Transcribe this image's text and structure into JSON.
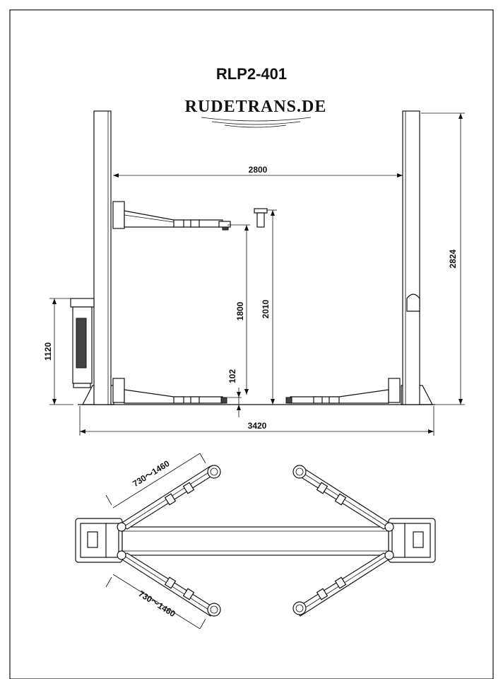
{
  "title": "RLP2-401",
  "brand": "RUDETRANS.DE",
  "dimensions": {
    "column_spacing": "2800",
    "column_height": "2824",
    "max_lift_height": "1800",
    "max_height_total": "2010",
    "min_pad_height": "102",
    "power_unit_height": "1120",
    "overall_width": "3420",
    "arm_reach_top": "730～1460",
    "arm_reach_bottom": "730～1460"
  }
}
